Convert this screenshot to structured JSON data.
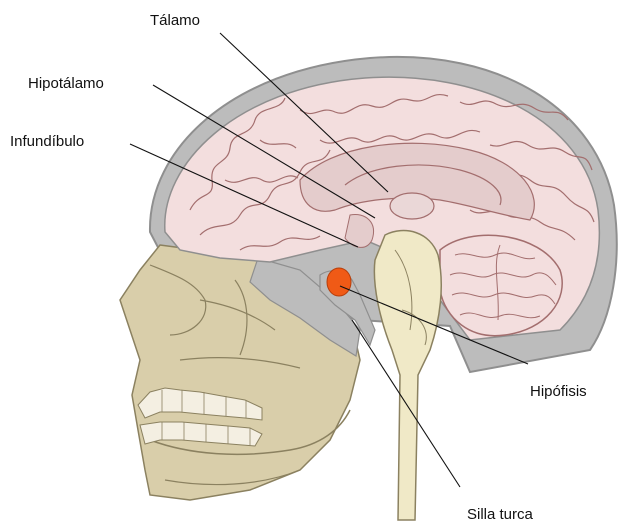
{
  "labels": {
    "thalamus": "Tálamo",
    "hypothalamus": "Hipotálamo",
    "infundibulum": "Infundíbulo",
    "pituitary": "Hipófisis",
    "sella_turcica": "Silla turca"
  },
  "colors": {
    "background": "#ffffff",
    "cortex": "#f3dede",
    "gyrus_line": "#a36e6e",
    "inner_brain": "#e4cccc",
    "skull_outline": "#8f8f8f",
    "skull_gray": "#bcbcbc",
    "bone": "#d9ceaa",
    "bone_line": "#8b8160",
    "brainstem": "#f0e9c7",
    "pituitary": "#f05a16",
    "teeth": "#f4efe2",
    "leader_line": "#111111"
  }
}
